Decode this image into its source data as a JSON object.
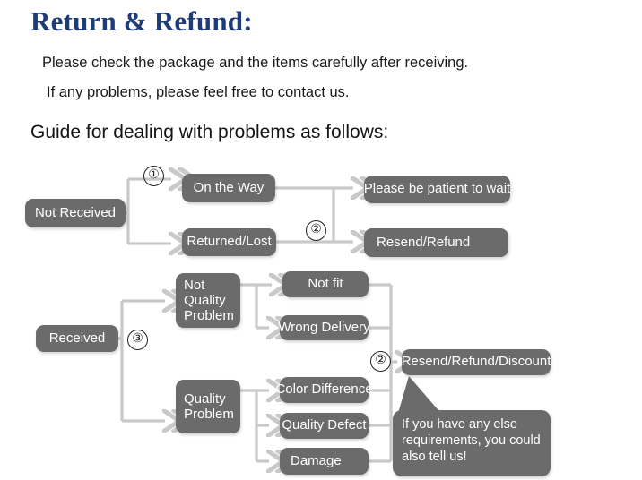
{
  "header": {
    "title": "Return & Refund:",
    "line1": "Please check the package and the items carefully after receiving.",
    "line2": "If any problems, please feel free to contact us.",
    "guide": "Guide for dealing with problems as follows:",
    "title_color": "#1d3c78",
    "text_color": "#1a1a1a"
  },
  "theme": {
    "node_fill": "#6b6b6b",
    "node_text": "#ffffff",
    "wire_color": "#c9c9c9",
    "background": "#ffffff"
  },
  "flow": {
    "nodes": {
      "not_received": "Not Received",
      "on_the_way": "On the Way",
      "returned_lost": "Returned/Lost",
      "please_wait": "Please be patient to wait",
      "resend_refund": "Resend/Refund",
      "received": "Received",
      "not_quality_problem": "Not\nQuality\nProblem",
      "quality_problem": "Quality\nProblem",
      "not_fit": "Not fit",
      "wrong_delivery": "Wrong Delivery",
      "color_difference": "Color Difference",
      "quality_defect": "Quality Defect",
      "damage": "Damage",
      "resend_refund_discount": "Resend/Refund/Discount"
    },
    "steps": {
      "step_one": "①",
      "step_two_top": "②",
      "step_three": "③",
      "step_two_bottom": "②"
    },
    "callout": "If you have any else\nrequirements, you could\nalso tell us!"
  }
}
